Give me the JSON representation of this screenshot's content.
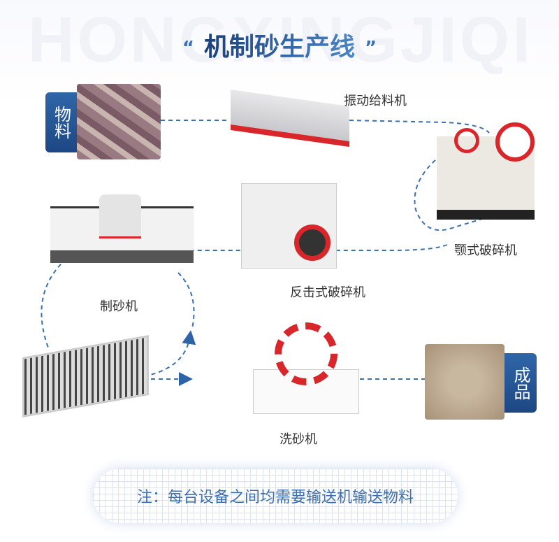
{
  "watermark_text": "HONGXINGJIQI",
  "title": {
    "text": "机制砂生产线",
    "open_quote": "“",
    "close_quote": "”"
  },
  "input": {
    "label": "物料"
  },
  "output": {
    "label": "成品"
  },
  "machines": [
    {
      "name": "振动给料机"
    },
    {
      "name": "颚式破碎机"
    },
    {
      "name": "反击式破碎机"
    },
    {
      "name": "制砂机"
    },
    {
      "name": "洗砂机"
    }
  ],
  "note": "注：每台设备之间均需要输送机输送物料",
  "colors": {
    "accent": "#1f4c8c",
    "flow_line": "#3a6fb0",
    "machine_red": "#d9262b"
  }
}
